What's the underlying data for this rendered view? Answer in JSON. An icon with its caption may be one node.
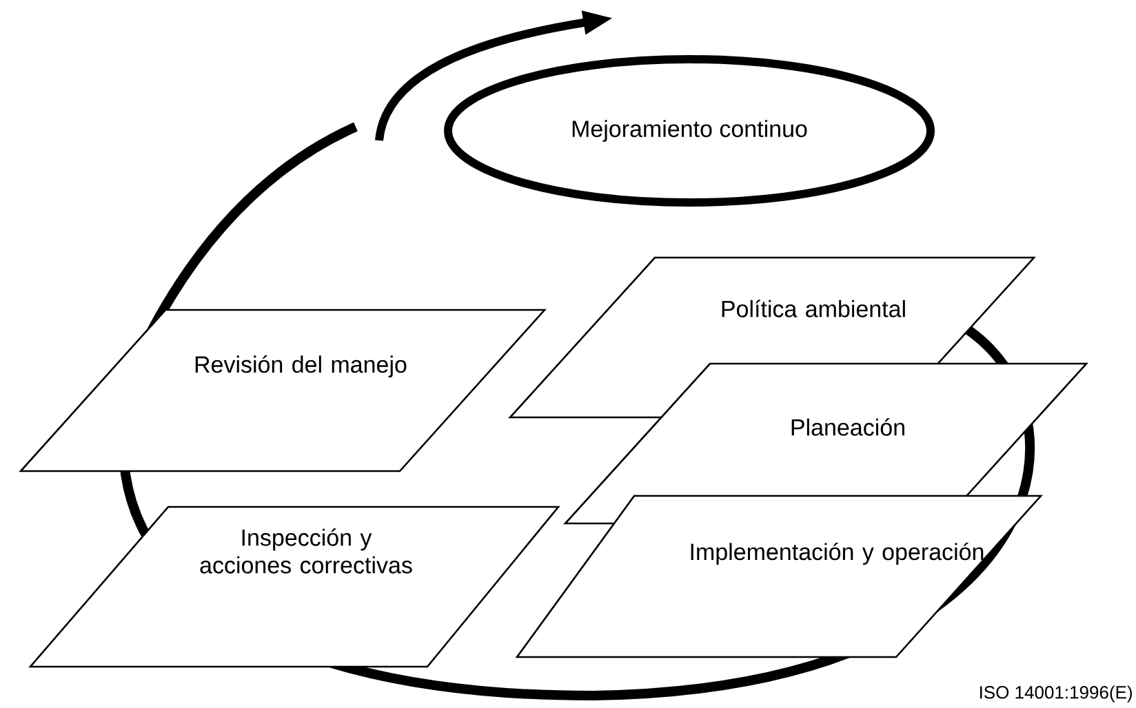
{
  "diagram": {
    "nodes": [
      {
        "text": [
          "Mejoramiento continuo"
        ]
      },
      {
        "text": [
          "Política ambiental"
        ]
      },
      {
        "text": [
          "Revisión del manejo"
        ]
      },
      {
        "text": [
          "Planeación"
        ]
      },
      {
        "text": [
          "Inspección y acciones correctivas"
        ]
      },
      {
        "text": [
          "Implementación y operación"
        ]
      }
    ],
    "labels": [
      "ISO 14001:1996(E)"
    ]
  }
}
